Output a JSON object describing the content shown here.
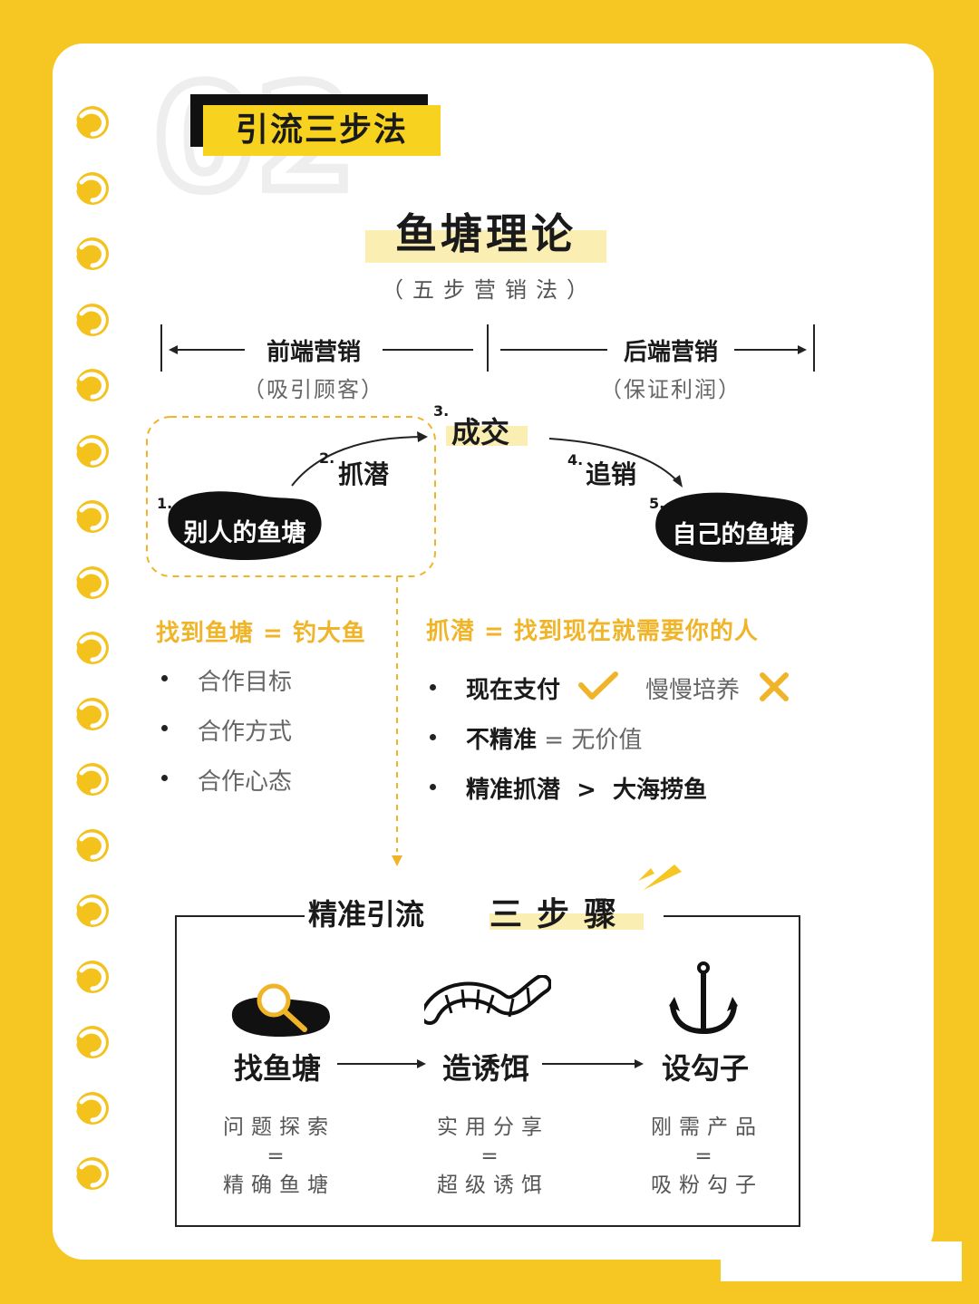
{
  "header": {
    "number": "02",
    "label": "引流三步法"
  },
  "title": "鱼塘理论",
  "subtitle": "（五步营销法）",
  "segments": {
    "front": {
      "label": "前端营销",
      "sub": "（吸引顾客）"
    },
    "back": {
      "label": "后端营销",
      "sub": "（保证利润）"
    }
  },
  "steps": [
    {
      "num": "1.",
      "label": "别人的鱼塘"
    },
    {
      "num": "2.",
      "label": "抓潜"
    },
    {
      "num": "3.",
      "label": "成交"
    },
    {
      "num": "4.",
      "label": "追销"
    },
    {
      "num": "5.",
      "label": "自己的鱼塘"
    }
  ],
  "left_block": {
    "heading": "找到鱼塘 = 钓大鱼",
    "items": [
      "合作目标",
      "合作方式",
      "合作心态"
    ]
  },
  "right_block": {
    "heading": "抓潜 = 找到现在就需要你的人",
    "item1_a": "现在支付",
    "item1_b": "慢慢培养",
    "item2_a": "不精准",
    "item2_b": " = 无价值",
    "item3": "精准抓潜  >  大海捞鱼"
  },
  "section": {
    "title": "精准引流",
    "highlight": "三步骤",
    "steps": [
      {
        "label": "找鱼塘",
        "top": "问题探索",
        "eq": "=",
        "bottom": "精确鱼塘"
      },
      {
        "label": "造诱饵",
        "top": "实用分享",
        "eq": "=",
        "bottom": "超级诱饵"
      },
      {
        "label": "设勾子",
        "top": "刚需产品",
        "eq": "=",
        "bottom": "吸粉勾子"
      }
    ]
  },
  "colors": {
    "background": "#f6c623",
    "accent": "#f0b428",
    "highlight": "#fbeeb3",
    "ink": "#1a1a1a"
  },
  "icons": [
    "pond-search-icon",
    "bait-worm-icon",
    "fish-hook-icon",
    "check-icon",
    "cross-icon"
  ]
}
